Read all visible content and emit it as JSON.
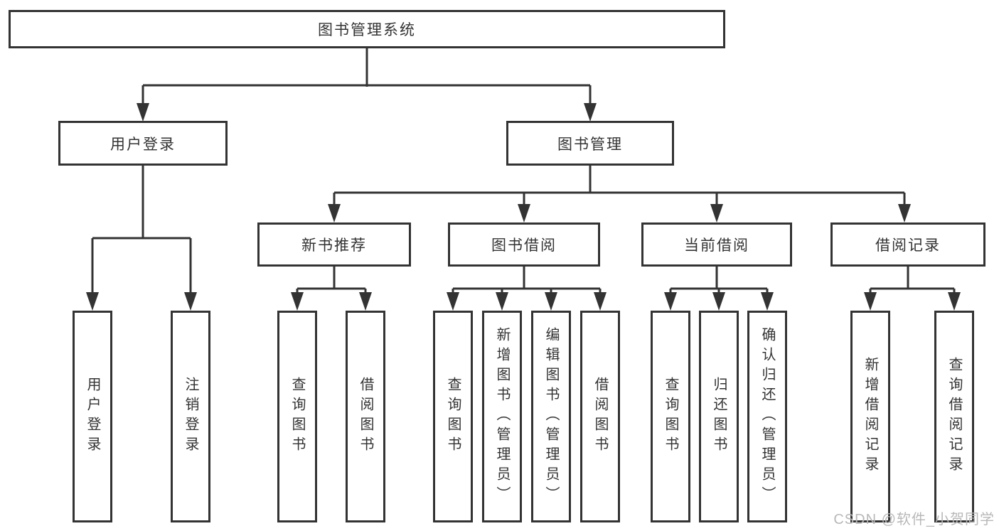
{
  "colors": {
    "background": "#ffffff",
    "line": "#333333",
    "box_border": "#333333",
    "text": "#333333",
    "watermark": "#b8b8b8"
  },
  "tree": {
    "root": {
      "label": "图书管理系统"
    },
    "branches": [
      {
        "label": "用户登录",
        "children": [
          {
            "label": "用户登录"
          },
          {
            "label": "注销登录"
          }
        ]
      },
      {
        "label": "图书管理",
        "children": [
          {
            "label": "新书推荐",
            "children": [
              {
                "label": "查询图书"
              },
              {
                "label": "借阅图书"
              }
            ]
          },
          {
            "label": "图书借阅",
            "children": [
              {
                "label": "查询图书"
              },
              {
                "label": "新增图书（管理员）"
              },
              {
                "label": "编辑图书（管理员）"
              },
              {
                "label": "借阅图书"
              }
            ]
          },
          {
            "label": "当前借阅",
            "children": [
              {
                "label": "查询图书"
              },
              {
                "label": "归还图书"
              },
              {
                "label": "确认归还（管理员）"
              }
            ]
          },
          {
            "label": "借阅记录",
            "children": [
              {
                "label": "新增借阅记录"
              },
              {
                "label": "查询借阅记录"
              }
            ]
          }
        ]
      }
    ]
  },
  "watermark": {
    "text": "CSDN @软件_小贺同学"
  }
}
